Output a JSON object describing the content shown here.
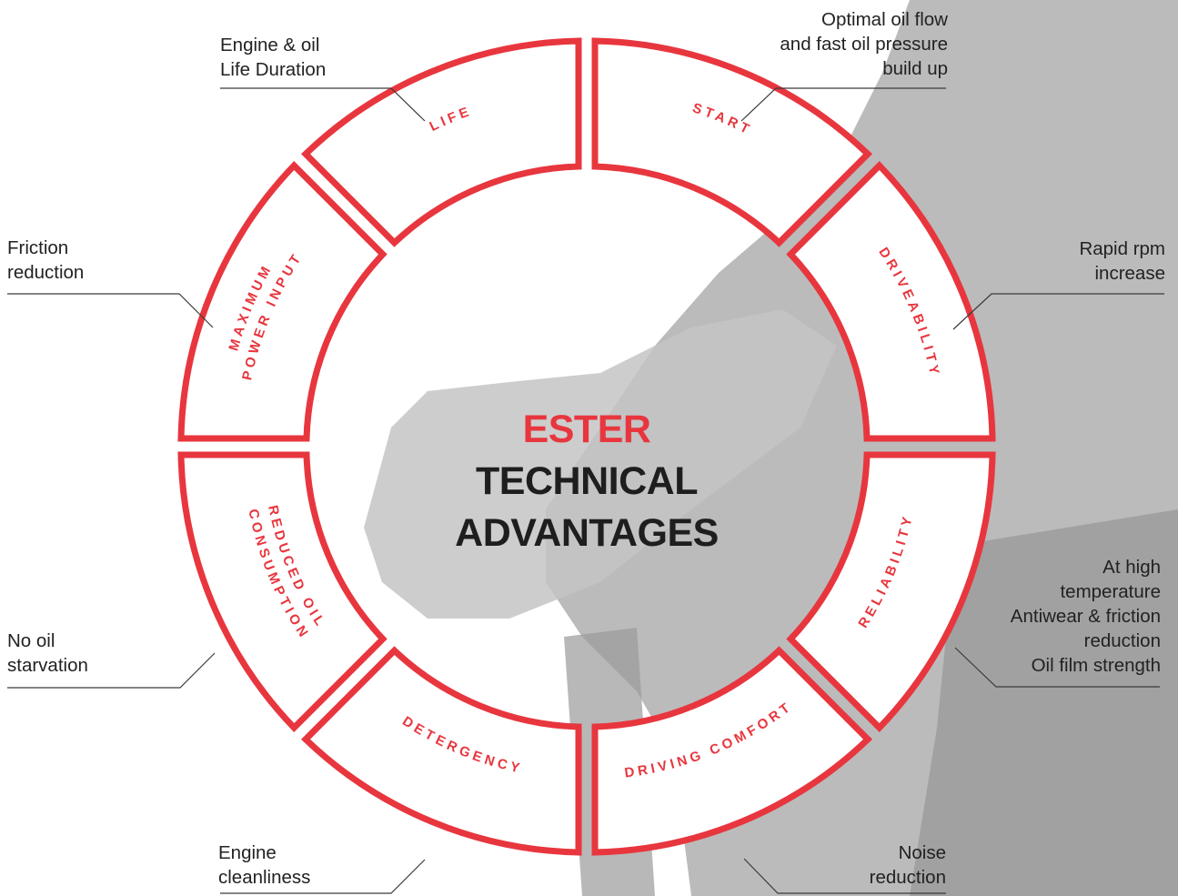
{
  "colors": {
    "accent": "#e8363e",
    "text": "#222222",
    "background_photo": "#a8a8a8"
  },
  "title": {
    "accent": "ESTER",
    "line2": "TECHNICAL",
    "line3": "ADVANTAGES"
  },
  "segments": [
    {
      "label": "START"
    },
    {
      "label": "DRIVEABILITY"
    },
    {
      "label": "RELIABILITY"
    },
    {
      "label": "DRIVING COMFORT"
    },
    {
      "label": "DETERGENCY"
    },
    {
      "label": "REDUCED OIL",
      "label2": "CONSUMPTION"
    },
    {
      "label": "MAXIMUM",
      "label2": "POWER INPUT"
    },
    {
      "label": "LIFE"
    }
  ],
  "callouts": {
    "start": [
      "Optimal oil flow",
      "and fast oil pressure",
      "build up"
    ],
    "driveability": [
      "Rapid rpm",
      "increase"
    ],
    "reliability": [
      "At high",
      "temperature",
      "Antiwear & friction",
      "reduction",
      "Oil film strength"
    ],
    "driving_comfort": [
      "Noise",
      "reduction"
    ],
    "detergency": [
      "Engine",
      "cleanliness"
    ],
    "reduced_oil": [
      "No oil",
      "starvation"
    ],
    "max_power": [
      "Friction",
      "reduction"
    ],
    "life": [
      "Engine & oil",
      "Life Duration"
    ]
  }
}
